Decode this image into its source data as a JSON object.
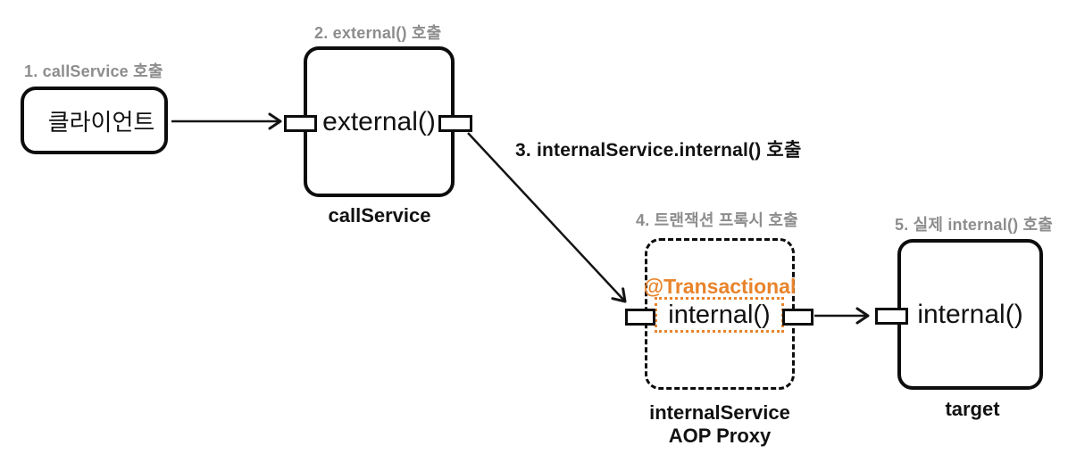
{
  "colors": {
    "orange": "#E8842C",
    "label_gray": "#8D8D8D",
    "line": "#141414",
    "border": "#0D0D0D"
  },
  "labels": {
    "step1": "1. callService 호출",
    "step2": "2. external() 호출",
    "step3": "3. internalService.internal() 호출",
    "step4": "4. 트랜잭션 프록시 호출",
    "step5": "5. 실제 internal() 호출"
  },
  "nodes": {
    "client": {
      "title": "클라이언트"
    },
    "callService": {
      "method": "external()",
      "caption": "callService"
    },
    "proxy": {
      "annotation": "@Transactional",
      "method": "internal()",
      "caption_line1": "internalService",
      "caption_line2": "AOP Proxy"
    },
    "target": {
      "method": "internal()",
      "caption": "target"
    }
  }
}
